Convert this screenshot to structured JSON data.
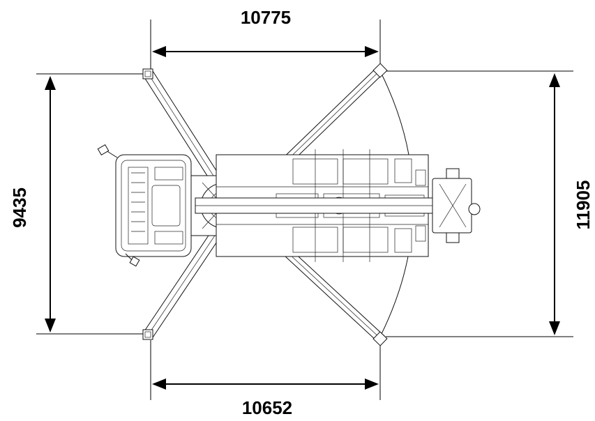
{
  "dimensions": {
    "top_width": "10775",
    "bottom_width": "10652",
    "left_height": "9435",
    "right_height": "11905"
  },
  "colors": {
    "line": "#000000",
    "background": "#ffffff"
  }
}
